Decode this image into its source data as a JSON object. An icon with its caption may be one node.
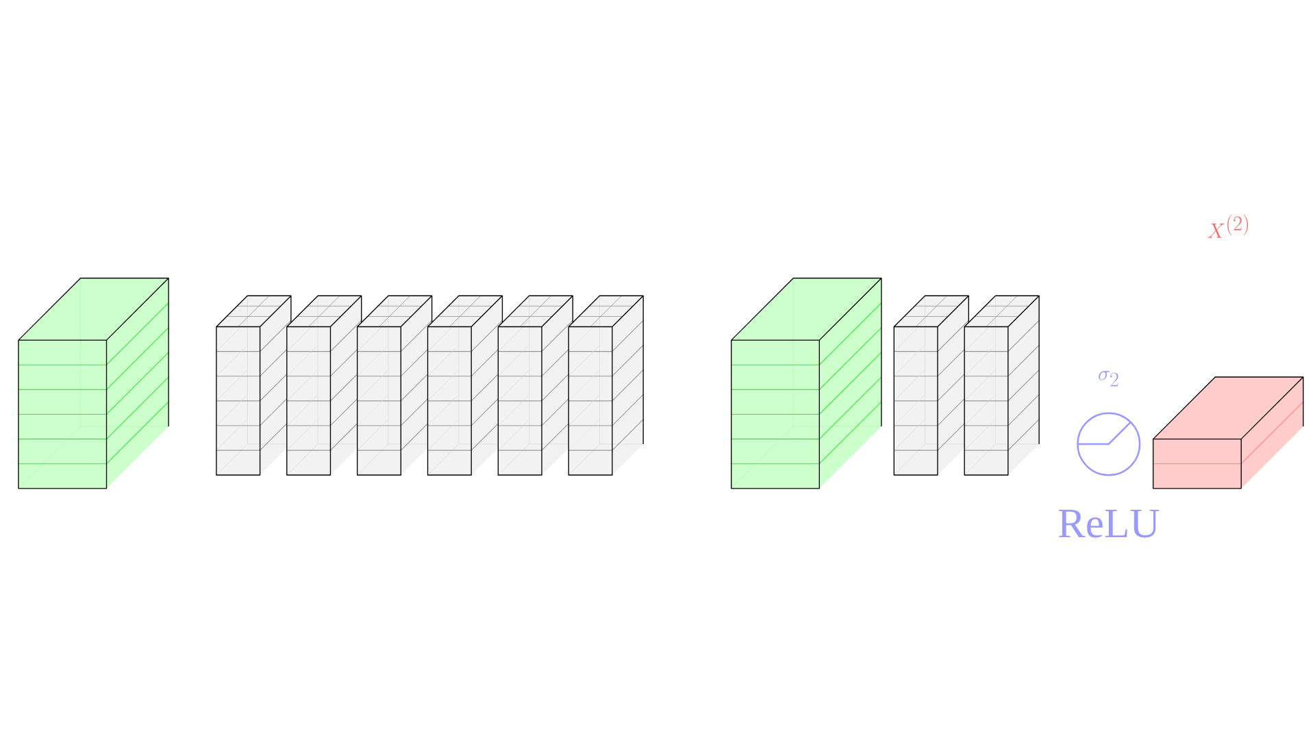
{
  "diagram": {
    "labels": [
      "X^{(2)}",
      "\\sigma_2",
      "ReLU"
    ]
  }
}
